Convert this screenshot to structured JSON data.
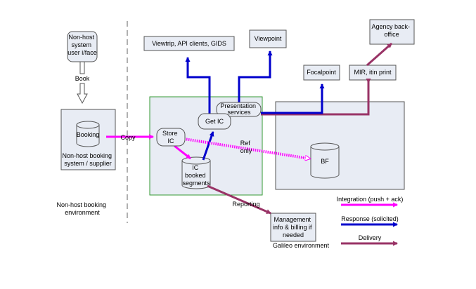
{
  "nodes": {
    "nonhost_user_iface": [
      "Non-host",
      "system",
      "user i/face"
    ],
    "booking": [
      "Booking"
    ],
    "nonhost_system": [
      "Non-host booking",
      "system / supplier"
    ],
    "viewtrip": [
      "Viewtrip, API clients, GIDS"
    ],
    "viewpoint": [
      "Viewpoint"
    ],
    "agency": [
      "Agency back-",
      "office"
    ],
    "focalpoint": [
      "Focalpoint"
    ],
    "mir": [
      "MIR, itin print"
    ],
    "presentation": [
      "Presentation",
      "services"
    ],
    "getic": [
      "Get IC"
    ],
    "storeic": [
      "Store",
      "IC"
    ],
    "icsegments": [
      "IC",
      "booked",
      "segments"
    ],
    "bf": [
      "BF"
    ],
    "management": [
      "Management",
      "info & billing if",
      "needed"
    ]
  },
  "labels": {
    "book": "Book",
    "copy": "Copy",
    "ref_only": [
      "Ref",
      "only"
    ],
    "reporting": "Reporting",
    "nonhost_env": [
      "Non-host booking",
      "environment"
    ],
    "galileo_env": "Galileo environment"
  },
  "legend": {
    "integration": "Integration (push + ack)",
    "response": "Response (solicited)",
    "delivery": "Delivery"
  },
  "colors": {
    "integration": "#ff00ff",
    "response": "#0000cc",
    "delivery": "#993366",
    "galileo_border": "#339933",
    "box_fill": "#e8ecf4"
  }
}
